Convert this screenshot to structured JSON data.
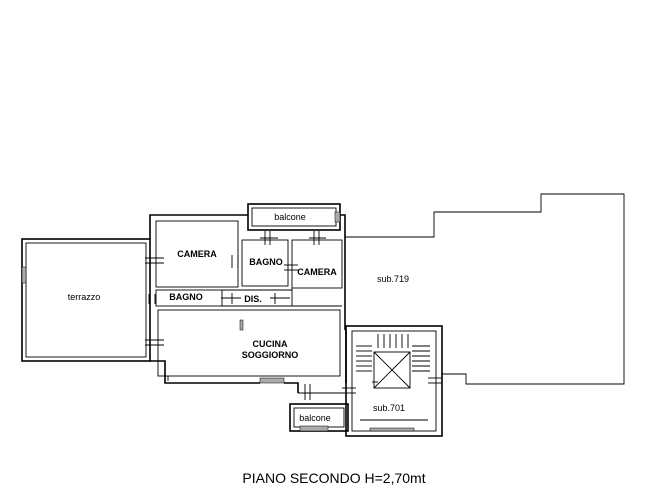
{
  "plan": {
    "caption": "PIANO SECONDO H=2,70mt",
    "rooms": {
      "terrazzo": "terrazzo",
      "camera_1": "CAMERA",
      "bagno_1": "BAGNO",
      "camera_2": "CAMERA",
      "bagno_2": "BAGNO",
      "disimpegno": "DIS.",
      "cucina": "CUCINA",
      "soggiorno": "SOGGIORNO",
      "balcone_top": "balcone",
      "balcone_bottom": "balcone",
      "sub_719": "sub.719",
      "sub_701": "sub.701"
    }
  }
}
